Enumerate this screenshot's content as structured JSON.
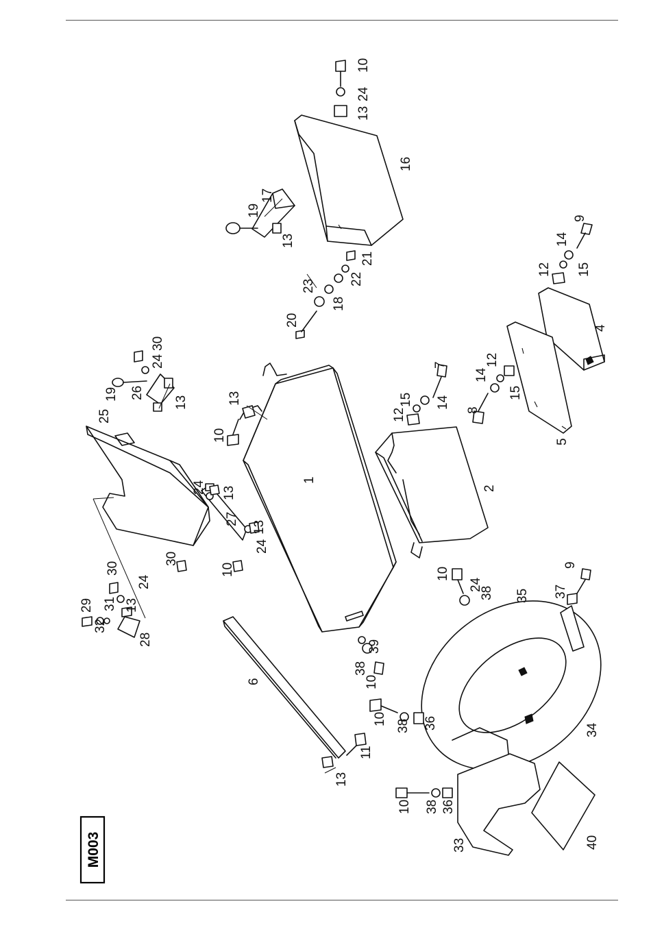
{
  "drawing": {
    "code": "M003",
    "callouts": [
      {
        "id": "c1",
        "text": "1"
      },
      {
        "id": "c2",
        "text": "2"
      },
      {
        "id": "c4",
        "text": "4"
      },
      {
        "id": "c5",
        "text": "5"
      },
      {
        "id": "c6",
        "text": "6"
      },
      {
        "id": "c7",
        "text": "7"
      },
      {
        "id": "c8",
        "text": "8"
      },
      {
        "id": "c9a",
        "text": "9"
      },
      {
        "id": "c9b",
        "text": "9"
      },
      {
        "id": "c10a",
        "text": "10"
      },
      {
        "id": "c10b",
        "text": "10"
      },
      {
        "id": "c10c",
        "text": "10"
      },
      {
        "id": "c10d",
        "text": "10"
      },
      {
        "id": "c10e",
        "text": "10"
      },
      {
        "id": "c10f",
        "text": "10"
      },
      {
        "id": "c10g",
        "text": "10"
      },
      {
        "id": "c11",
        "text": "11"
      },
      {
        "id": "c12a",
        "text": "12"
      },
      {
        "id": "c12b",
        "text": "12"
      },
      {
        "id": "c12c",
        "text": "12"
      },
      {
        "id": "c13a",
        "text": "13"
      },
      {
        "id": "c13b",
        "text": "13"
      },
      {
        "id": "c13c",
        "text": "13"
      },
      {
        "id": "c13d",
        "text": "13"
      },
      {
        "id": "c13e",
        "text": "13"
      },
      {
        "id": "c13f",
        "text": "13"
      },
      {
        "id": "c13g",
        "text": "13"
      },
      {
        "id": "c13h",
        "text": "13"
      },
      {
        "id": "c14a",
        "text": "14"
      },
      {
        "id": "c14b",
        "text": "14"
      },
      {
        "id": "c14c",
        "text": "14"
      },
      {
        "id": "c15a",
        "text": "15"
      },
      {
        "id": "c15b",
        "text": "15"
      },
      {
        "id": "c15c",
        "text": "15"
      },
      {
        "id": "c16",
        "text": "16"
      },
      {
        "id": "c17",
        "text": "17"
      },
      {
        "id": "c18",
        "text": "18"
      },
      {
        "id": "c19a",
        "text": "19"
      },
      {
        "id": "c19b",
        "text": "19"
      },
      {
        "id": "c20",
        "text": "20"
      },
      {
        "id": "c21",
        "text": "21"
      },
      {
        "id": "c22",
        "text": "22"
      },
      {
        "id": "c23",
        "text": "23"
      },
      {
        "id": "c24a",
        "text": "24"
      },
      {
        "id": "c24b",
        "text": "24"
      },
      {
        "id": "c24c",
        "text": "24"
      },
      {
        "id": "c24d",
        "text": "24"
      },
      {
        "id": "c24e",
        "text": "24"
      },
      {
        "id": "c24f",
        "text": "24"
      },
      {
        "id": "c25",
        "text": "25"
      },
      {
        "id": "c26",
        "text": "26"
      },
      {
        "id": "c27",
        "text": "27"
      },
      {
        "id": "c28",
        "text": "28"
      },
      {
        "id": "c29",
        "text": "29"
      },
      {
        "id": "c30a",
        "text": "30"
      },
      {
        "id": "c30b",
        "text": "30"
      },
      {
        "id": "c30c",
        "text": "30"
      },
      {
        "id": "c31",
        "text": "31"
      },
      {
        "id": "c32",
        "text": "32"
      },
      {
        "id": "c33",
        "text": "33"
      },
      {
        "id": "c34",
        "text": "34"
      },
      {
        "id": "c35",
        "text": "35"
      },
      {
        "id": "c36a",
        "text": "36"
      },
      {
        "id": "c36b",
        "text": "36"
      },
      {
        "id": "c37",
        "text": "37"
      },
      {
        "id": "c38a",
        "text": "38"
      },
      {
        "id": "c38b",
        "text": "38"
      },
      {
        "id": "c38c",
        "text": "38"
      },
      {
        "id": "c38d",
        "text": "38"
      },
      {
        "id": "c39",
        "text": "39"
      },
      {
        "id": "c40",
        "text": "40"
      }
    ]
  }
}
